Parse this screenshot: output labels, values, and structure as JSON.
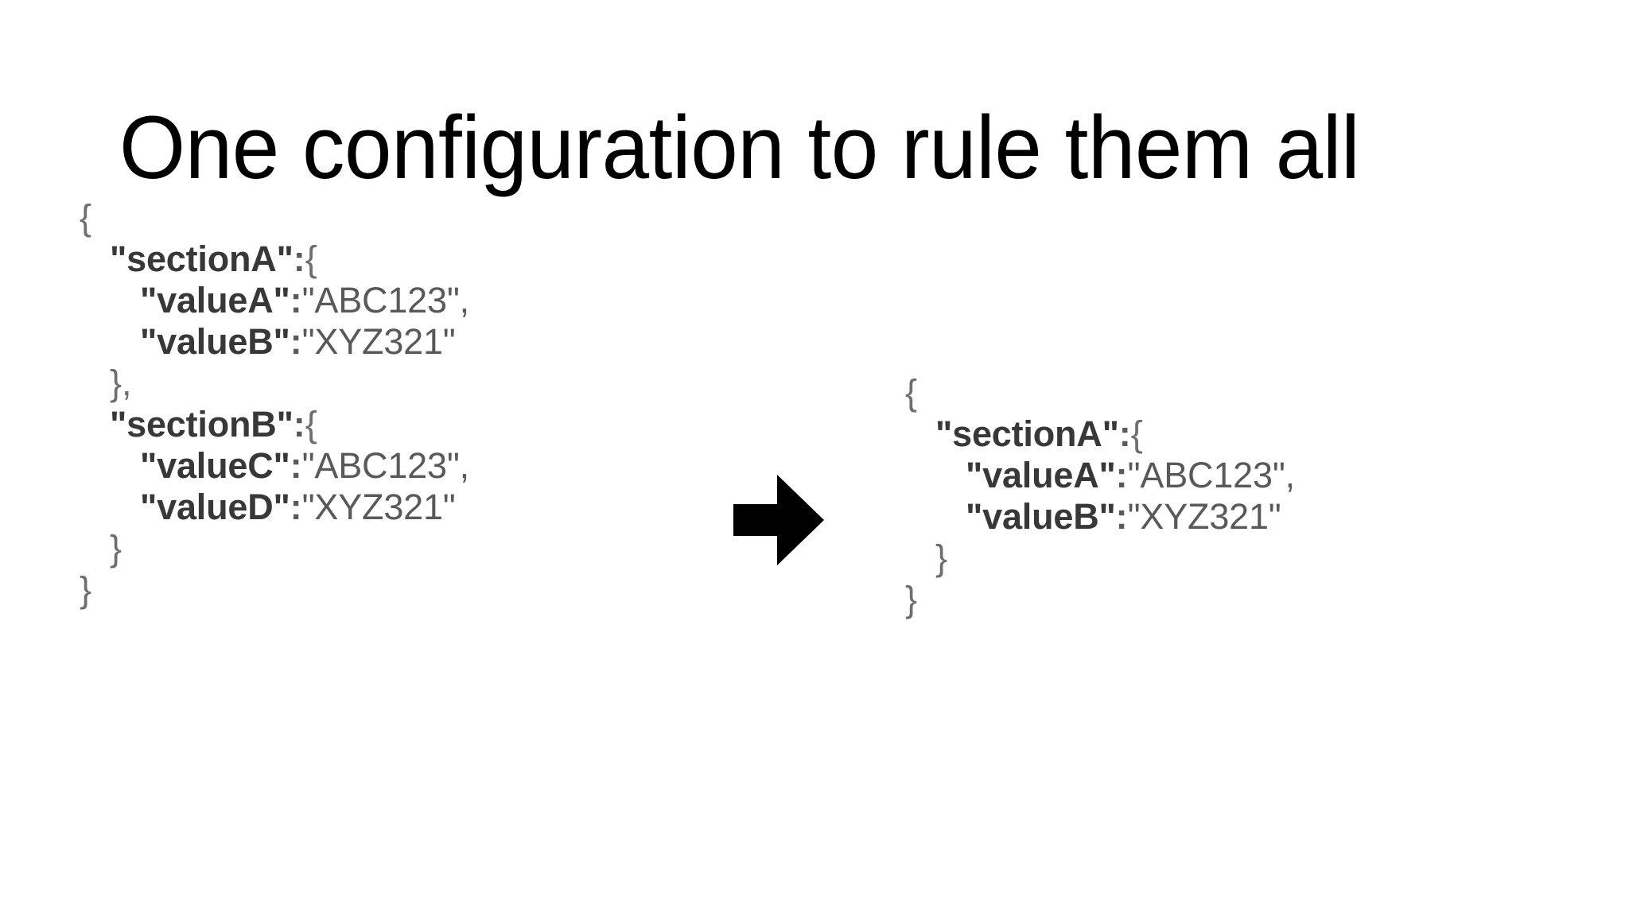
{
  "slide": {
    "title": "One configuration to rule them all",
    "background_color": "#ffffff"
  },
  "colors": {
    "title": "#000000",
    "key": "#383838",
    "value": "#595959",
    "brace": "#6e6e6e",
    "arrow": "#000000"
  },
  "arrow": {
    "icon": "arrow-right-icon",
    "direction": "right",
    "color": "#000000"
  },
  "json_before": {
    "label": "before-configuration",
    "lines": [
      {
        "indent": 0,
        "tokens": [
          {
            "type": "brace",
            "text": "{"
          }
        ]
      },
      {
        "indent": 1,
        "tokens": [
          {
            "type": "key",
            "text": "\"sectionA\""
          },
          {
            "type": "colon",
            "text": ":"
          },
          {
            "type": "brace",
            "text": "{"
          }
        ]
      },
      {
        "indent": 2,
        "tokens": [
          {
            "type": "key",
            "text": "\"valueA\""
          },
          {
            "type": "colon",
            "text": ":"
          },
          {
            "type": "value",
            "text": "\"ABC123\","
          }
        ]
      },
      {
        "indent": 2,
        "tokens": [
          {
            "type": "key",
            "text": "\"valueB\""
          },
          {
            "type": "colon",
            "text": ":"
          },
          {
            "type": "value",
            "text": "\"XYZ321\""
          }
        ]
      },
      {
        "indent": 1,
        "tokens": [
          {
            "type": "brace",
            "text": "}"
          },
          {
            "type": "punct",
            "text": ","
          }
        ]
      },
      {
        "indent": 1,
        "tokens": [
          {
            "type": "key",
            "text": "\"sectionB\""
          },
          {
            "type": "colon",
            "text": ":"
          },
          {
            "type": "brace",
            "text": "{"
          }
        ]
      },
      {
        "indent": 2,
        "tokens": [
          {
            "type": "key",
            "text": "\"valueC\""
          },
          {
            "type": "colon",
            "text": ":"
          },
          {
            "type": "value",
            "text": "\"ABC123\","
          }
        ]
      },
      {
        "indent": 2,
        "tokens": [
          {
            "type": "key",
            "text": "\"valueD\""
          },
          {
            "type": "colon",
            "text": ":"
          },
          {
            "type": "value",
            "text": "\"XYZ321\""
          }
        ]
      },
      {
        "indent": 1,
        "tokens": [
          {
            "type": "brace",
            "text": "}"
          }
        ]
      },
      {
        "indent": 0,
        "tokens": [
          {
            "type": "brace",
            "text": "}"
          }
        ]
      }
    ]
  },
  "json_after": {
    "label": "after-configuration",
    "lines": [
      {
        "indent": 0,
        "tokens": [
          {
            "type": "brace",
            "text": "{"
          }
        ]
      },
      {
        "indent": 1,
        "tokens": [
          {
            "type": "key",
            "text": "\"sectionA\""
          },
          {
            "type": "colon",
            "text": ":"
          },
          {
            "type": "brace",
            "text": "{"
          }
        ]
      },
      {
        "indent": 2,
        "tokens": [
          {
            "type": "key",
            "text": "\"valueA\""
          },
          {
            "type": "colon",
            "text": ":"
          },
          {
            "type": "value",
            "text": "\"ABC123\","
          }
        ]
      },
      {
        "indent": 2,
        "tokens": [
          {
            "type": "key",
            "text": "\"valueB\""
          },
          {
            "type": "colon",
            "text": ":"
          },
          {
            "type": "value",
            "text": "\"XYZ321\""
          }
        ]
      },
      {
        "indent": 1,
        "tokens": [
          {
            "type": "brace",
            "text": "}"
          }
        ]
      },
      {
        "indent": 0,
        "tokens": [
          {
            "type": "brace",
            "text": "}"
          }
        ]
      }
    ]
  }
}
